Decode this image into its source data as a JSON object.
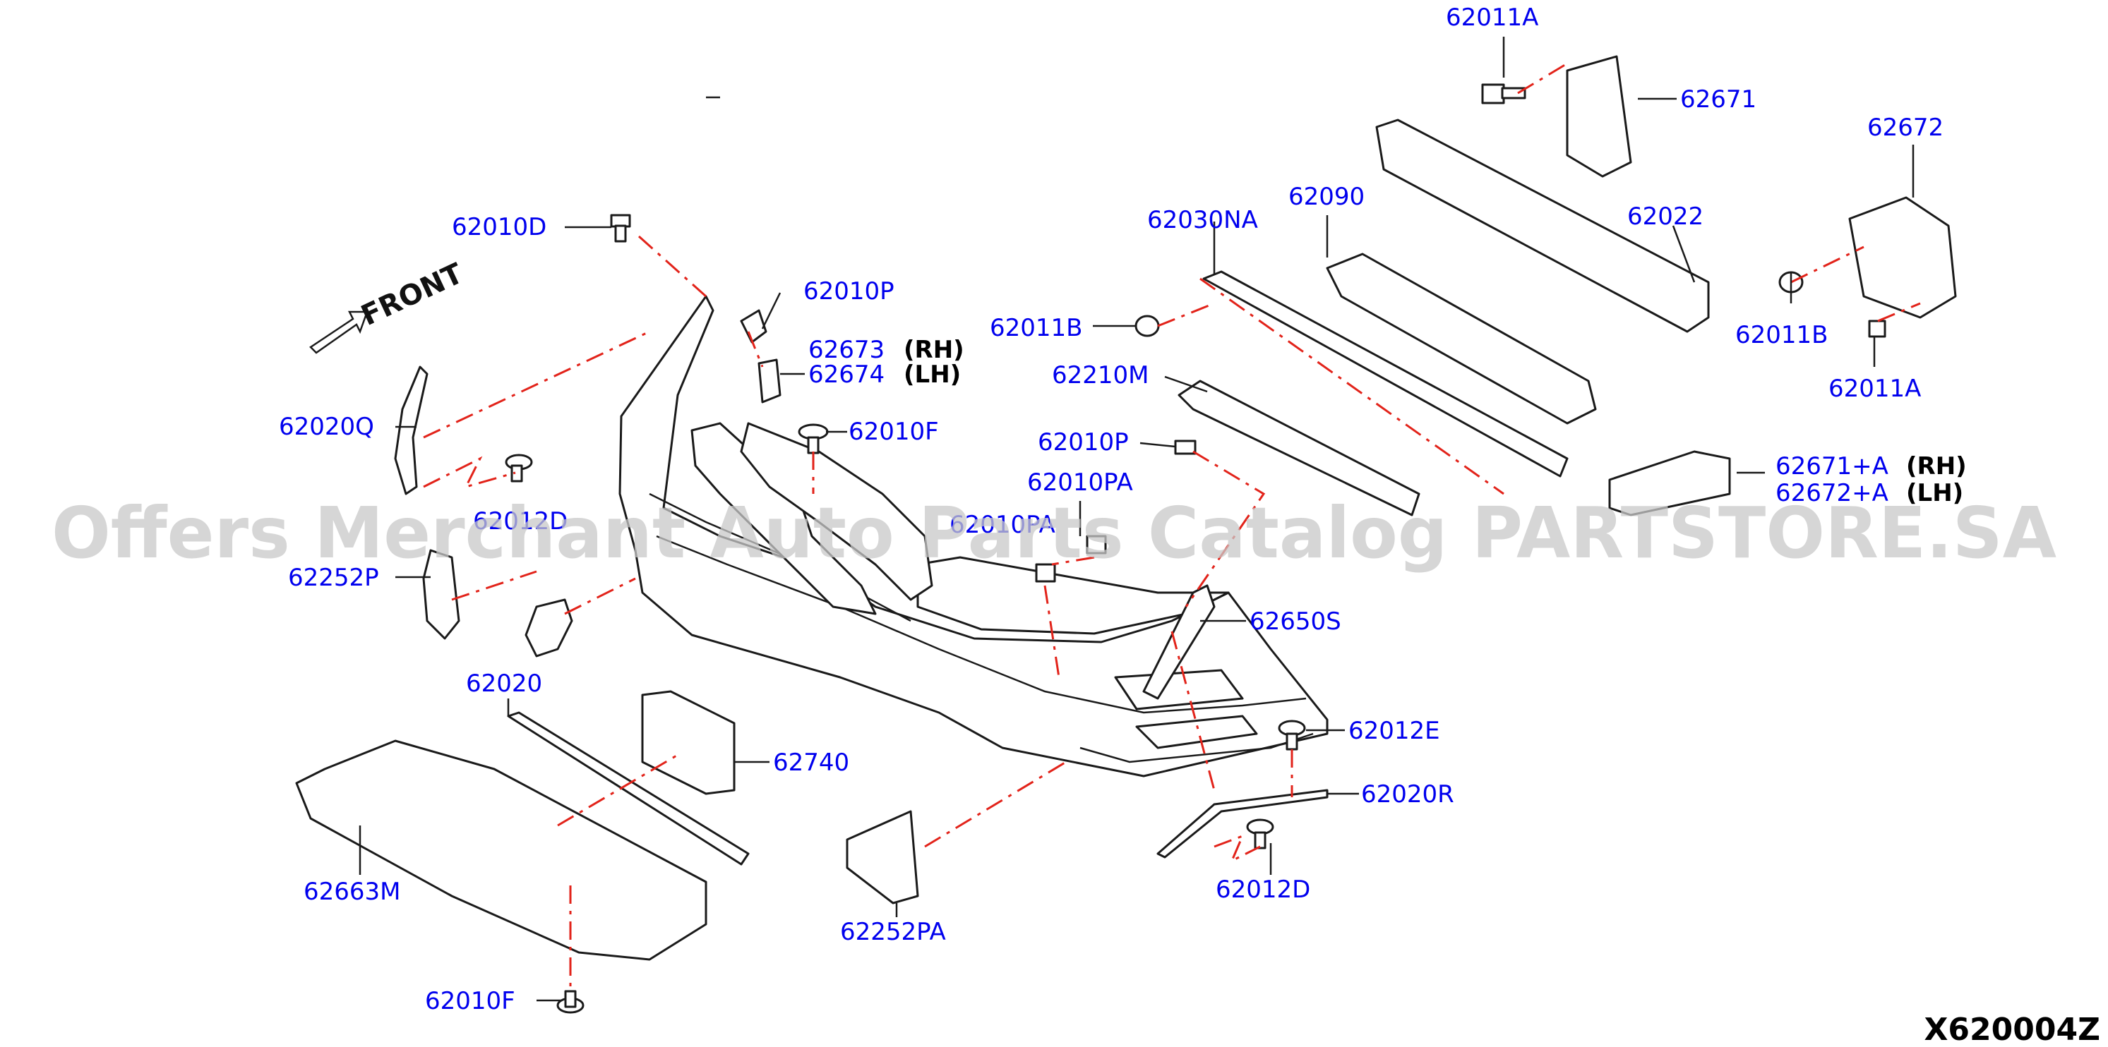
{
  "front_label": "FRONT",
  "diagram_ref": "X620004Z",
  "watermark": "Offers Merchant Auto Parts Catalog PARTSTORE.SA",
  "colors": {
    "callout": "#0000ee",
    "dashed_lines": "#e2231a",
    "outline": "#1a1a1a",
    "watermark": "#c8c8c8"
  },
  "callouts": {
    "c62011a_top": "62011A",
    "c62671": "62671",
    "c62672": "62672",
    "c62010d": "62010D",
    "c62010p_top": "62010P",
    "c62673": "62673",
    "c62673_side": "(RH)",
    "c62674": "62674",
    "c62674_side": "(LH)",
    "c62030na": "62030NA",
    "c62090": "62090",
    "c62022": "62022",
    "c62011b_mid": "62011B",
    "c62011b_right": "62011B",
    "c62011a_right": "62011A",
    "c62210m": "62210M",
    "c62020q": "62020Q",
    "c62010f_top": "62010F",
    "c62010p_mid": "62010P",
    "c62671a": "62671+A",
    "c62671a_side": "(RH)",
    "c62672a": "62672+A",
    "c62672a_side": "(LH)",
    "c62010pa": "62010PA",
    "c62012d_left": "62012D",
    "c62010pa_hidden": "62010PA",
    "c62252p": "62252P",
    "c62650s": "62650S",
    "c62020": "62020",
    "c62012e": "62012E",
    "c62740": "62740",
    "c62020r": "62020R",
    "c62663m": "62663M",
    "c62012d_right": "62012D",
    "c62252pa": "62252PA",
    "c62010f_bottom": "62010F"
  }
}
